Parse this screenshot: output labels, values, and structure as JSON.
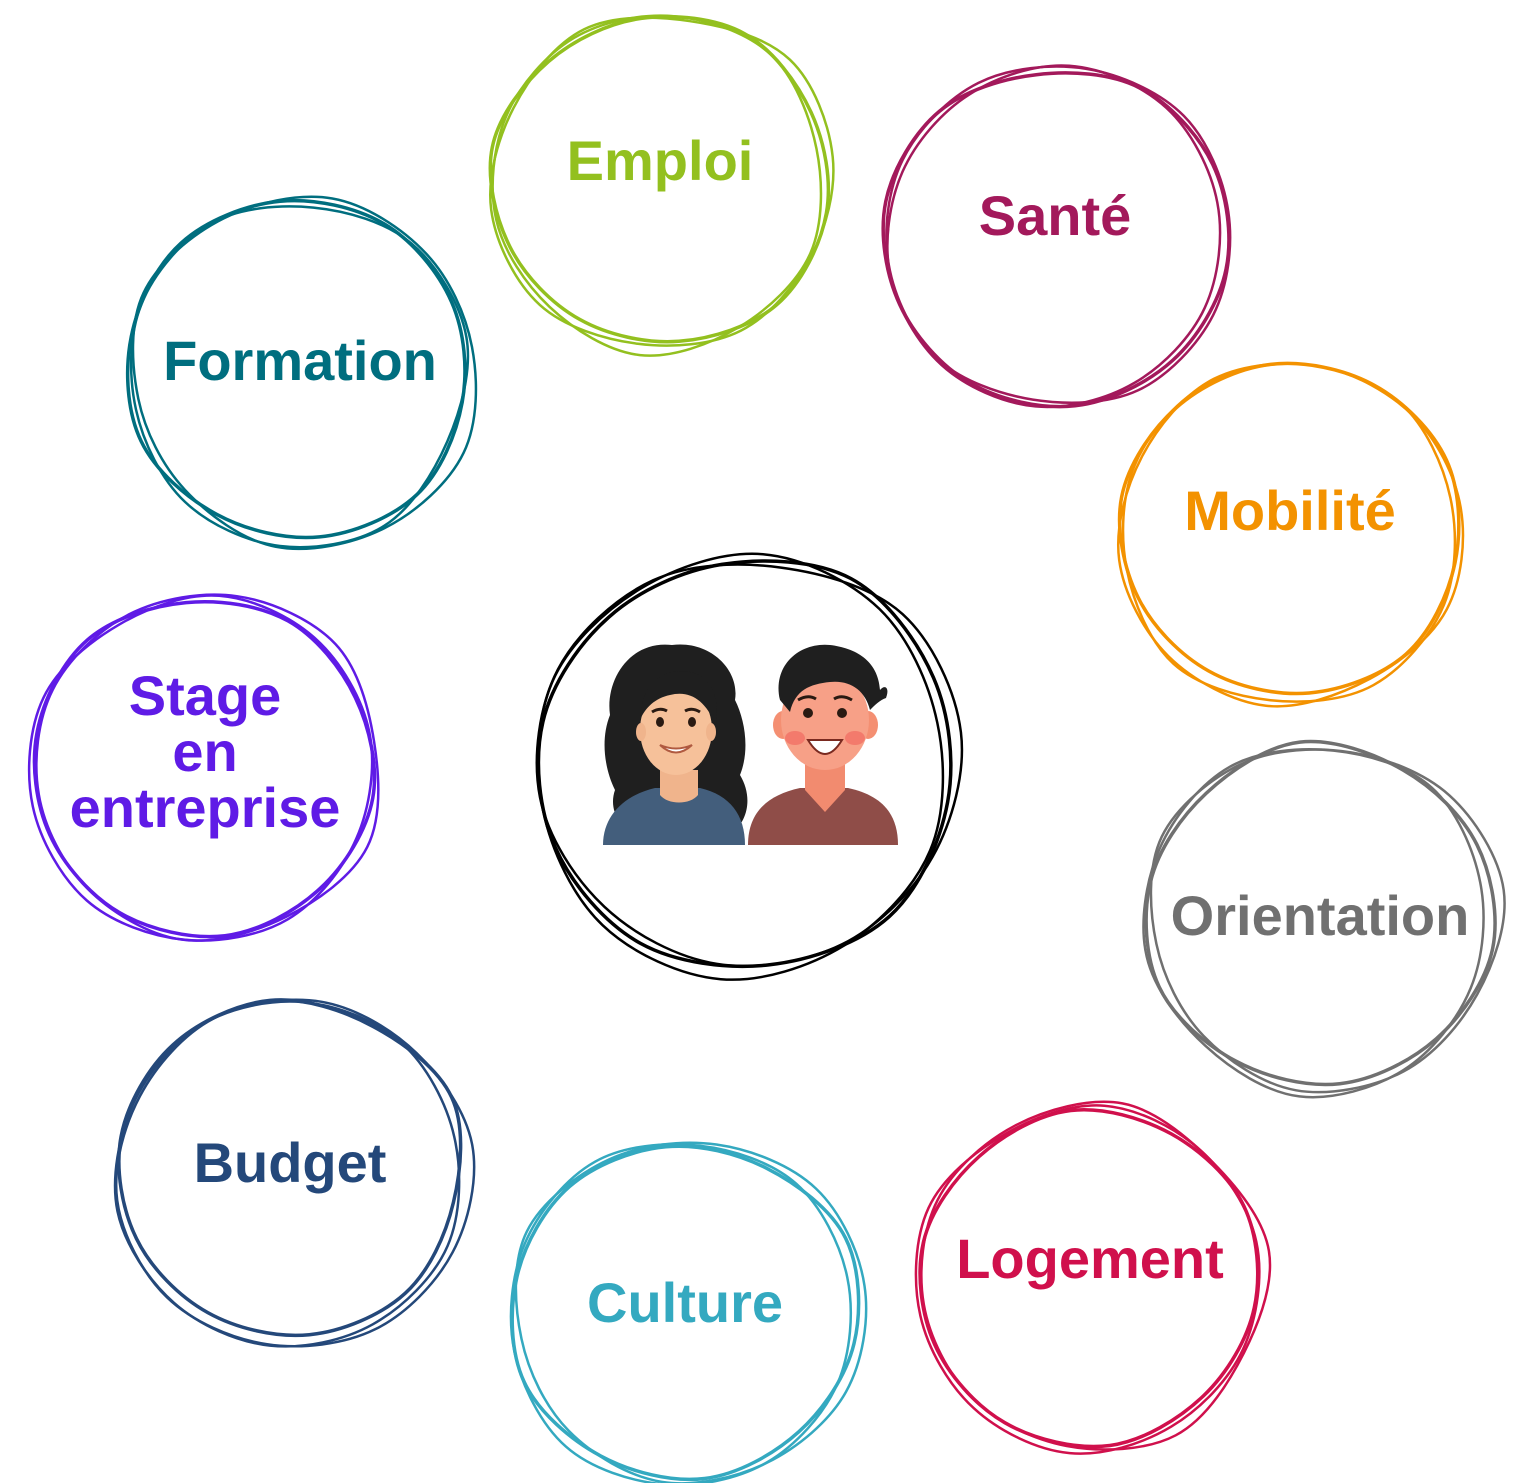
{
  "center": {
    "label": "",
    "icon": "two-young-people-avatars",
    "color": "#000000"
  },
  "topics": [
    {
      "id": "emploi",
      "label": "Emploi",
      "color": "#93C01F",
      "lines": [
        "Emploi"
      ]
    },
    {
      "id": "sante",
      "label": "Santé",
      "color": "#A3195B",
      "lines": [
        "Santé"
      ]
    },
    {
      "id": "formation",
      "label": "Formation",
      "color": "#006E7F",
      "lines": [
        "Formation"
      ]
    },
    {
      "id": "mobilite",
      "label": "Mobilité",
      "color": "#F39200",
      "lines": [
        "Mobilité"
      ]
    },
    {
      "id": "stage",
      "label": "Stage en entreprise",
      "color": "#5F1BE6",
      "lines": [
        "Stage",
        "en",
        "entreprise"
      ]
    },
    {
      "id": "orientation",
      "label": "Orientation",
      "color": "#707070",
      "lines": [
        "Orientation"
      ]
    },
    {
      "id": "budget",
      "label": "Budget",
      "color": "#24487A",
      "lines": [
        "Budget"
      ]
    },
    {
      "id": "logement",
      "label": "Logement",
      "color": "#D0104C",
      "lines": [
        "Logement"
      ]
    },
    {
      "id": "culture",
      "label": "Culture",
      "color": "#34A9C0",
      "lines": [
        "Culture"
      ]
    }
  ]
}
